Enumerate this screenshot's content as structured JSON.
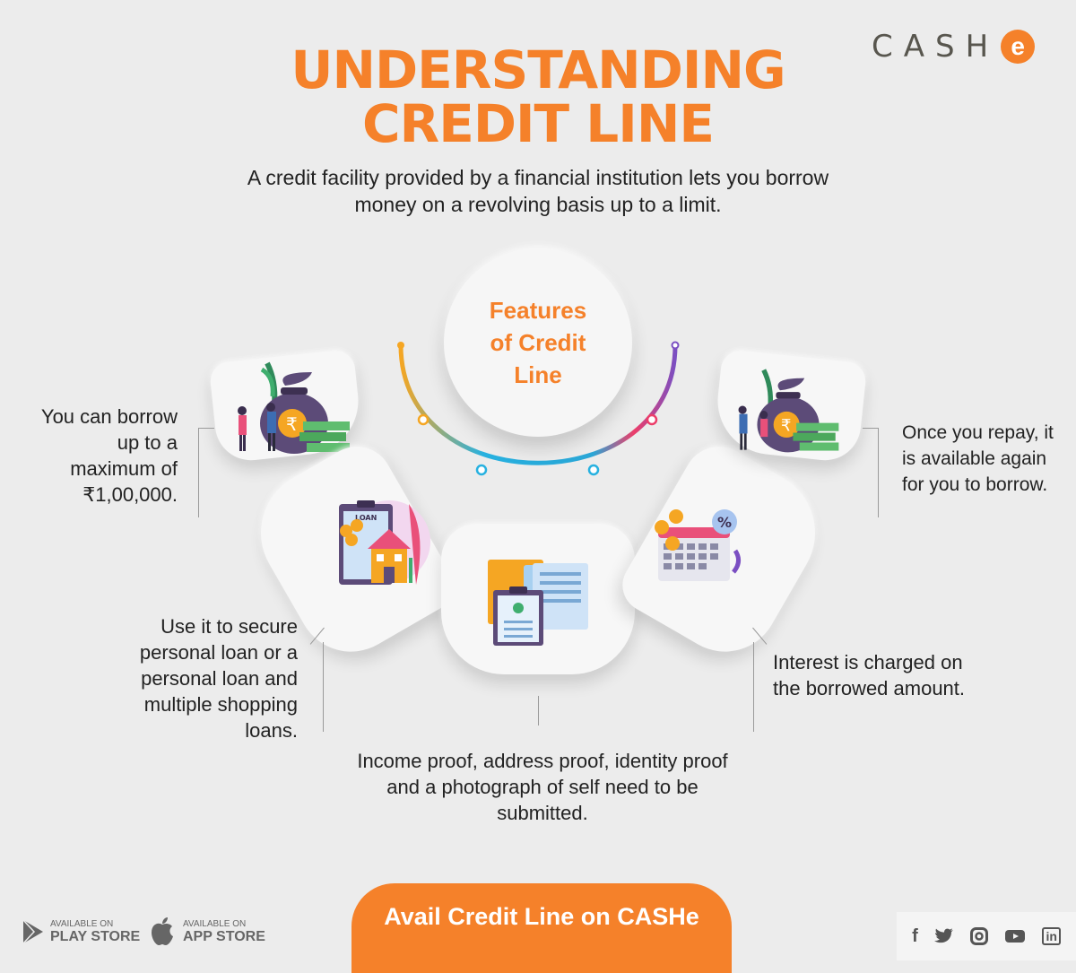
{
  "brand": {
    "logo_text": "CASH",
    "logo_letter": "e",
    "accent_color": "#f5812a"
  },
  "header": {
    "title_line1": "UNDERSTANDING",
    "title_line2": "CREDIT LINE",
    "subtitle": "A credit facility provided by a financial institution lets you borrow money on a revolving basis up to a limit."
  },
  "center": {
    "label": "Features of Credit Line"
  },
  "features": [
    {
      "text": "You can borrow up to a maximum of  ₹1,00,000.",
      "icon": "money-bag-icon"
    },
    {
      "text": "Once you repay, it is available again for you to borrow.",
      "icon": "money-bag-icon"
    },
    {
      "text": "Use it to secure personal loan or a personal loan and multiple shopping loans.",
      "icon": "loan-house-icon"
    },
    {
      "text": "Interest is charged on the borrowed amount.",
      "icon": "calendar-percent-icon"
    },
    {
      "text": "Income proof, address proof, identity proof and a photograph of self need to be submitted.",
      "icon": "documents-icon"
    }
  ],
  "card_labels": {
    "loan_tag": "LOAN",
    "percent": "%",
    "rupee": "₹"
  },
  "cta": {
    "label": "Avail Credit Line on CASHe"
  },
  "stores": {
    "play": {
      "small": "AVAILABLE ON",
      "big": "PLAY STORE",
      "icon": "play-store-icon"
    },
    "apple": {
      "small": "AVAILABLE ON",
      "big": "APP STORE",
      "icon": "apple-icon"
    }
  },
  "social": [
    {
      "name": "facebook-icon",
      "glyph": "f"
    },
    {
      "name": "twitter-icon",
      "glyph": ""
    },
    {
      "name": "instagram-icon",
      "glyph": ""
    },
    {
      "name": "youtube-icon",
      "glyph": ""
    },
    {
      "name": "linkedin-icon",
      "glyph": "in"
    }
  ]
}
